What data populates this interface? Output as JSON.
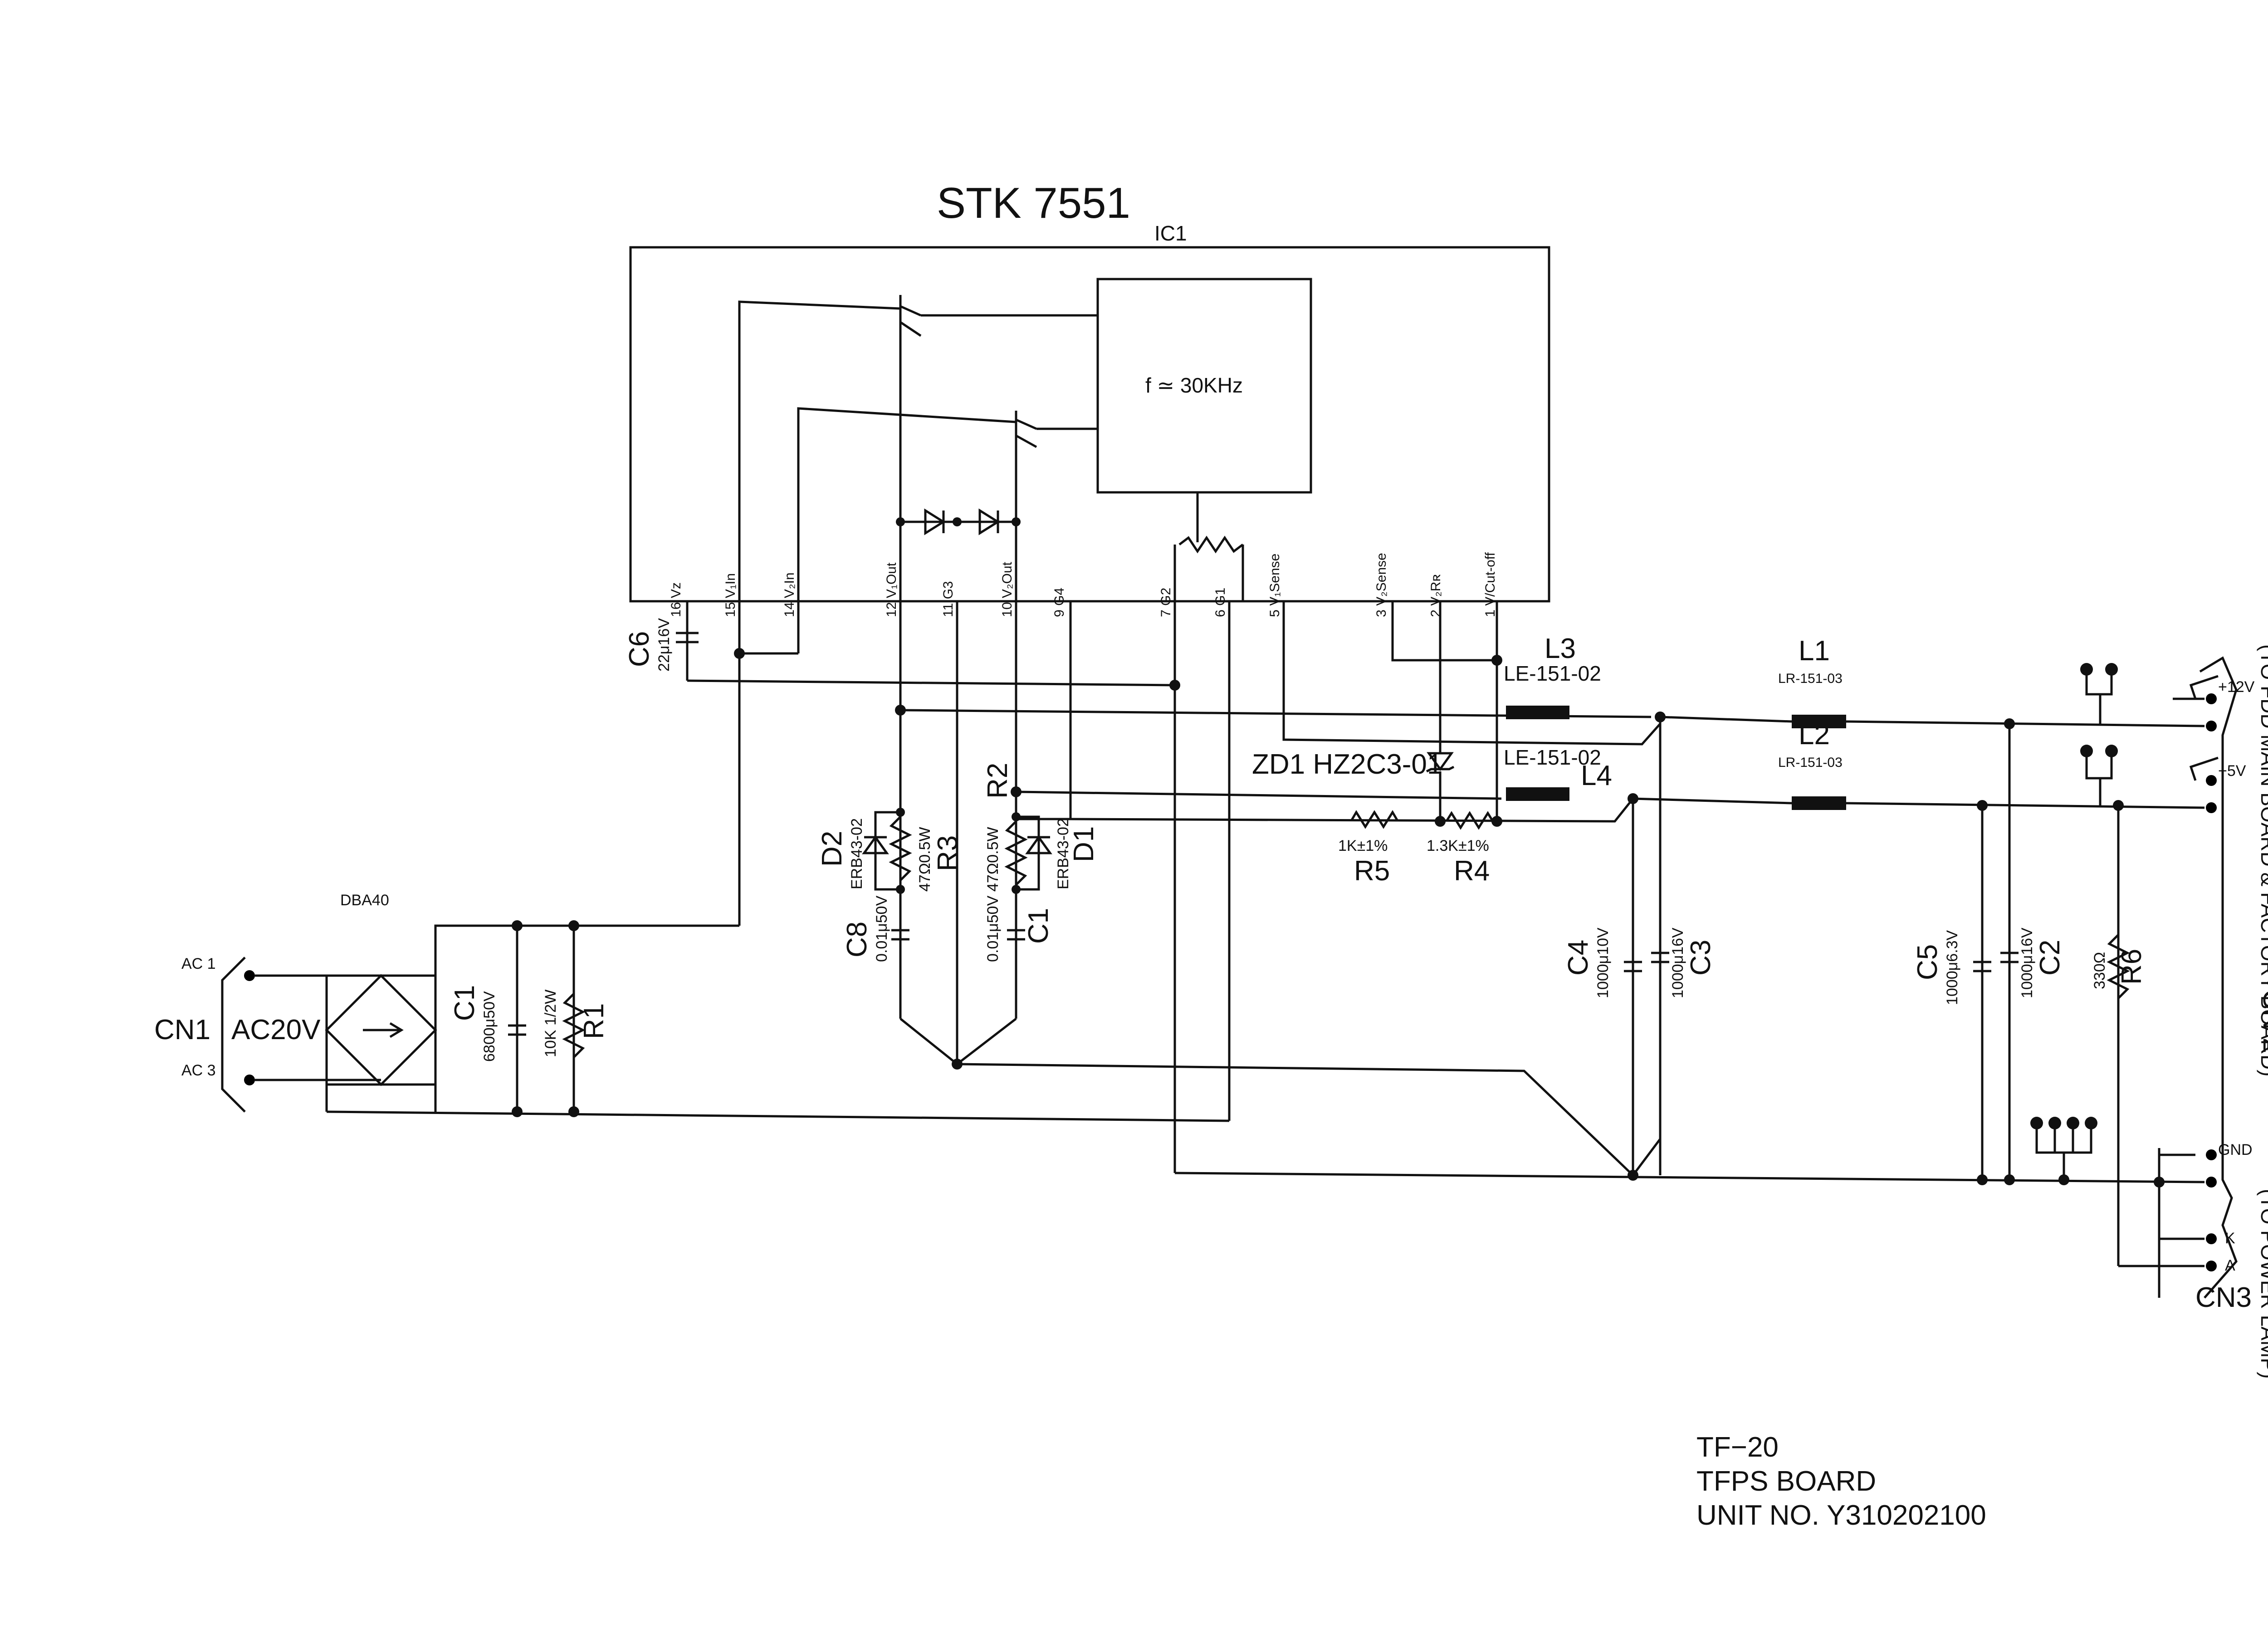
{
  "ic": {
    "part": "STK 7551",
    "ref": "IC1",
    "freq": "f ≃ 30KHz",
    "pins": {
      "p16": "16 Vz",
      "p15": "15 V₁In",
      "p14": "14 V₂In",
      "p12": "12 V₁Out",
      "p11": "11 G3",
      "p10": "10 V₂Out",
      "p9": "9 G4",
      "p7": "7 G2",
      "p6": "6 G1",
      "p5": "5 V₁Sense",
      "p3": "3 V₂Sense",
      "p2": "2 V₂Rʀ",
      "p1": "1 V/Cut-off"
    }
  },
  "components": {
    "c6_ref": "C6",
    "c6_val": "22μ16V",
    "d2_ref": "D2",
    "d2_val": "ERB43-02",
    "r3_ref": "R3",
    "r3_val": "47Ω0.5W",
    "c8_ref": "C8",
    "c8_val": "0.01μ50V",
    "r2_ref": "R2",
    "r2_val": "47Ω0.5W",
    "d1_ref": "D1",
    "d1_val": "ERB43-02",
    "c1b_ref": "C1",
    "c1b_val": "0.01μ50V",
    "bridge": "DBA40",
    "c1_ref": "C1",
    "c1_val": "6800μ50V",
    "r1_ref": "R1",
    "r1_val": "10K 1/2W",
    "zd1": "ZD1  HZ2C3-01",
    "r5_ref": "R5",
    "r5_val": "1K±1%",
    "r4_ref": "R4",
    "r4_val": "1.3K±1%",
    "l3_ref": "L3",
    "l3_val": "LE-151-02",
    "l4_ref": "L4",
    "l4_val": "LE-151-02",
    "l1_ref": "L1",
    "l1_val": "LR-151-03",
    "l2_ref": "L2",
    "l2_val": "LR-151-03",
    "c4_ref": "C4",
    "c4_val": "1000μ10V",
    "c3_ref": "C3",
    "c3_val": "1000μ16V",
    "c5_ref": "C5",
    "c5_val": "1000μ6.3V",
    "c2_ref": "C2",
    "c2_val": "1000μ16V",
    "r6_ref": "R6",
    "r6_val": "330Ω"
  },
  "connectors": {
    "cn1": "CN1",
    "ac1": "AC 1",
    "ac3": "AC 3",
    "ac_in": "AC20V",
    "cn2": "CN 2",
    "cn2_dest": "(TO FDD MAIN BOARD & FACTORY BOARD)",
    "v12": "+12V",
    "v5": "+5V",
    "gnd": "GND",
    "k": "K",
    "a": "A",
    "cn3": "CN3",
    "cn3_dest": "(TO POWER LAMP)"
  },
  "title_block": {
    "line1": "TF−20",
    "line2": "TFPS BOARD",
    "line3": "UNIT NO. Y310202100"
  }
}
